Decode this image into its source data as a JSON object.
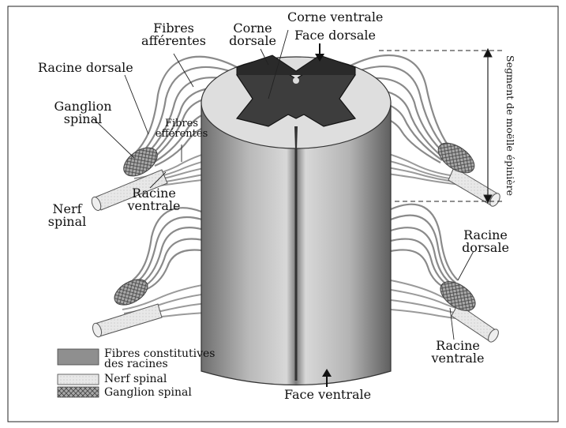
{
  "labels": {
    "corne_ventrale": "Corne ventrale",
    "face_dorsale": "Face dorsale",
    "corne_dorsale": [
      "Corne",
      "dorsale"
    ],
    "fibres_afferentes": [
      "Fibres",
      "afférentes"
    ],
    "racine_dorsale_left": "Racine dorsale",
    "ganglion_spinal": [
      "Ganglion",
      "spinal"
    ],
    "fibres_efferentes": [
      "Fibres",
      "efférentes"
    ],
    "racine_ventrale_left": [
      "Racine",
      "ventrale"
    ],
    "nerf_spinal": [
      "Nerf",
      "spinal"
    ],
    "racine_dorsale_right": [
      "Racine",
      "dorsale"
    ],
    "racine_ventrale_right": [
      "Racine",
      "ventrale"
    ],
    "face_ventrale": "Face ventrale",
    "segment": "Segment de moëlle épinière"
  },
  "legend": [
    {
      "label": "Fibres constitutives des racines",
      "lines": [
        "Fibres constitutives",
        "des racines"
      ],
      "pattern": "fibres"
    },
    {
      "label": "Nerf spinal",
      "lines": [
        "Nerf spinal"
      ],
      "pattern": "nerf"
    },
    {
      "label": "Ganglion spinal",
      "lines": [
        "Ganglion spinal"
      ],
      "pattern": "ganglion"
    }
  ]
}
